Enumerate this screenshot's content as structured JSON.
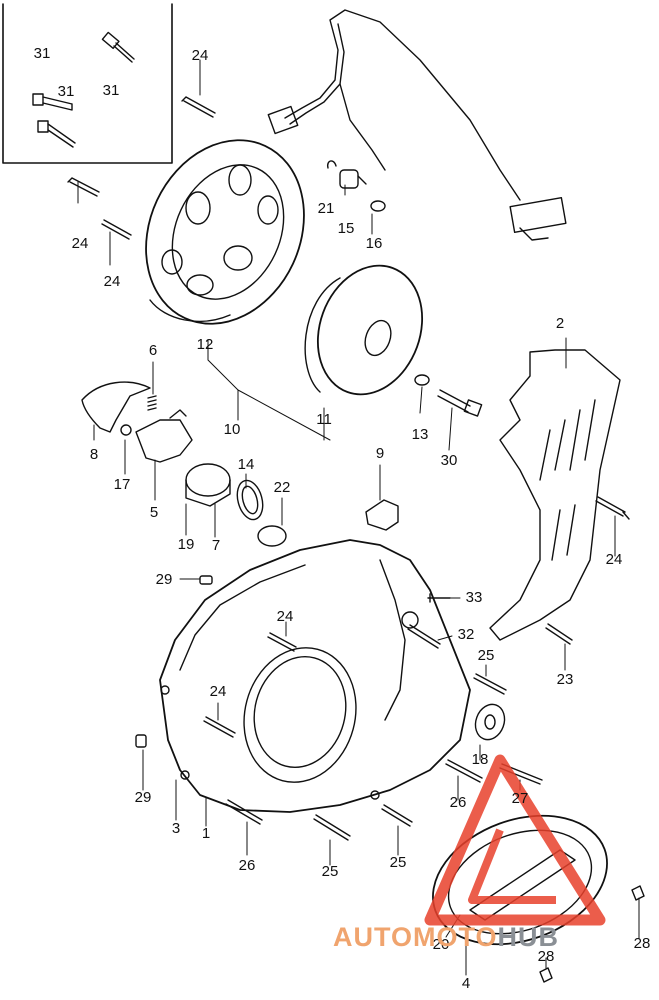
{
  "labels": {
    "l31a": "31",
    "l31b": "31",
    "l31c": "31",
    "l24a": "24",
    "l24b": "24",
    "l24c": "24",
    "l24d": "24",
    "l24e": "24",
    "l24f": "24",
    "l21": "21",
    "l15": "15",
    "l16": "16",
    "l12": "12",
    "l2": "2",
    "l6": "6",
    "l10": "10",
    "l11": "11",
    "l13": "13",
    "l30": "30",
    "l8": "8",
    "l17": "17",
    "l5": "5",
    "l14": "14",
    "l22": "22",
    "l19": "19",
    "l7": "7",
    "l9": "9",
    "l29a": "29",
    "l29b": "29",
    "l33": "33",
    "l32": "32",
    "l25a": "25",
    "l25b": "25",
    "l25c": "25",
    "l23": "23",
    "l18": "18",
    "l26a": "26",
    "l26b": "26",
    "l27": "27",
    "l3": "3",
    "l1": "1",
    "l20": "20",
    "l4": "4",
    "l28a": "28",
    "l28b": "28"
  },
  "watermark": {
    "auto": "AUTO",
    "moto": "MOTO",
    "hub": "HUB"
  },
  "colors": {
    "line": "#111111",
    "watermark_red": "#e8412c",
    "watermark_gray": "#8a8f95"
  }
}
